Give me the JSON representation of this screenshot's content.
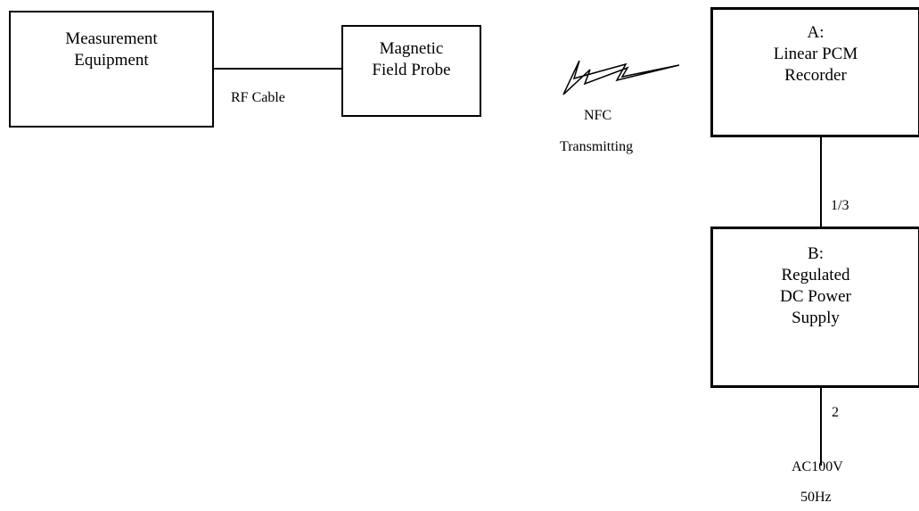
{
  "measurement_equipment": {
    "line1": "Measurement",
    "line2": "Equipment"
  },
  "magnetic_probe": {
    "line1": "Magnetic",
    "line2": "Field Probe"
  },
  "rf_cable_label": "RF Cable",
  "nfc": {
    "line1": "NFC",
    "line2": "Transmitting"
  },
  "device_a": {
    "line1": "A:",
    "line2": "Linear PCM",
    "line3": "Recorder"
  },
  "device_b": {
    "line1": "B:",
    "line2": "Regulated",
    "line3": "DC Power",
    "line4": "Supply"
  },
  "cable_ab_label": "1/3",
  "cable_b_power_label": "2",
  "power_source": {
    "line1": "AC100V",
    "line2": "50Hz"
  }
}
